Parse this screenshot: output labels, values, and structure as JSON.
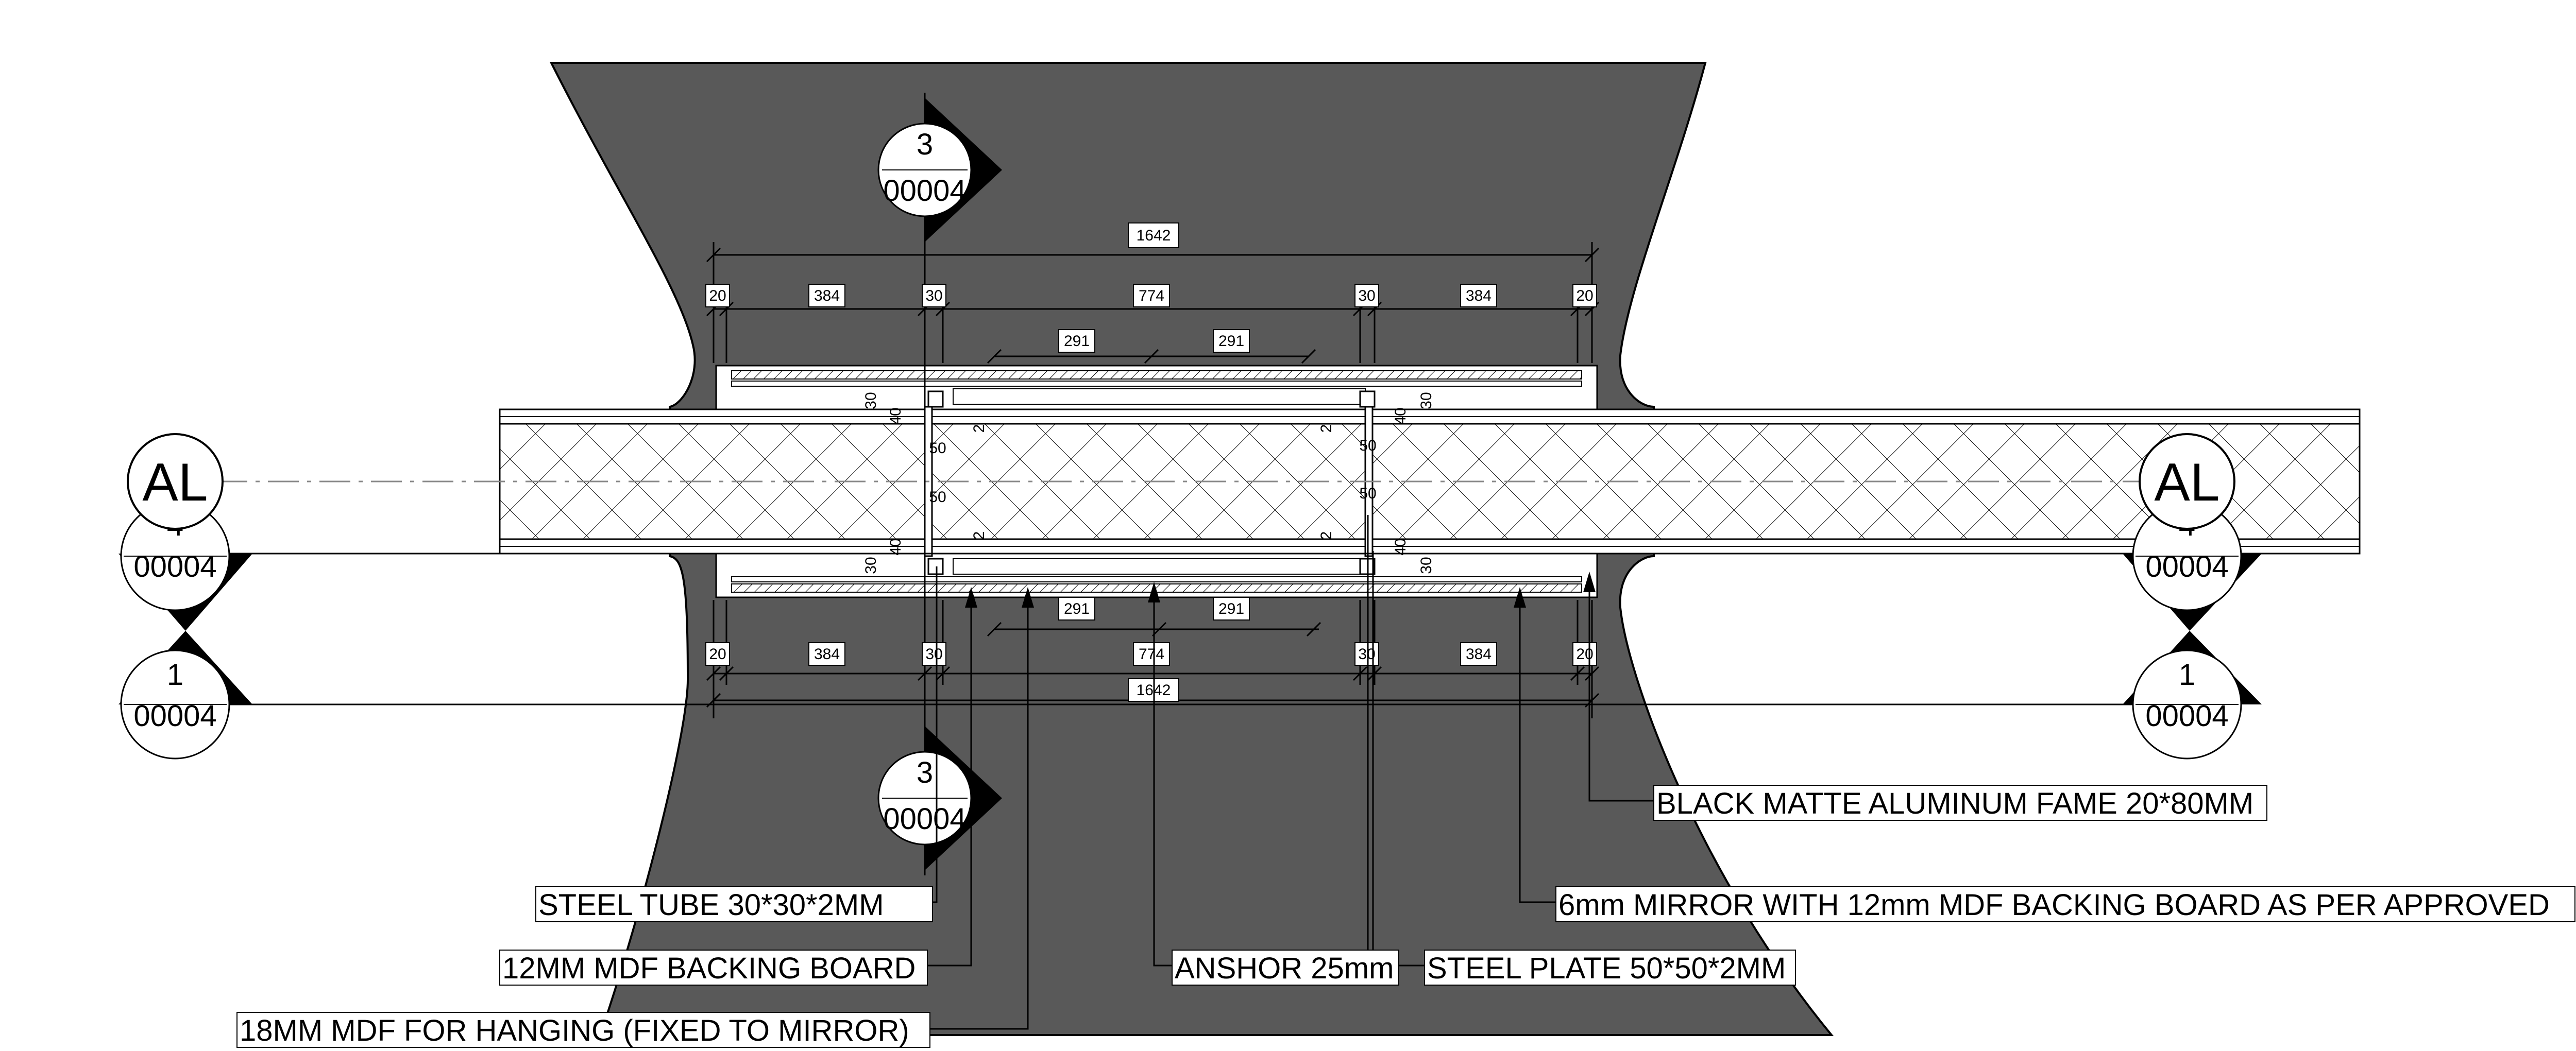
{
  "dimensions": {
    "overall": "1642",
    "seg_20": "20",
    "seg_384": "384",
    "seg_30": "30",
    "seg_774": "774",
    "seg_291": "291",
    "v_30": "30",
    "v_40": "40",
    "v_2": "2",
    "v_50": "50"
  },
  "callouts": {
    "section_num": "3",
    "section_sheet": "00004",
    "elev_left_num": "4",
    "elev_right_num": "4",
    "elev_sheet": "00004",
    "elev2_num": "1",
    "elev2_sheet": "00004",
    "axis_label": "AL"
  },
  "labels": {
    "aluminum_frame": "BLACK MATTE ALUMINUM FAME 20*80MM",
    "mirror": "6mm MIRROR WITH 12mm MDF BACKING BOARD AS PER APPROVED",
    "steel_tube": "STEEL TUBE 30*30*2MM",
    "backing_board": "12MM MDF BACKING BOARD",
    "anchor": "ANSHOR 25mm",
    "steel_plate": "STEEL PLATE 50*50*2MM",
    "hanging_mdf": "18MM MDF FOR HANGING (FIXED TO MIRROR)"
  },
  "colors": {
    "wall_fill": "#595959",
    "line": "#000000",
    "background": "#ffffff"
  }
}
